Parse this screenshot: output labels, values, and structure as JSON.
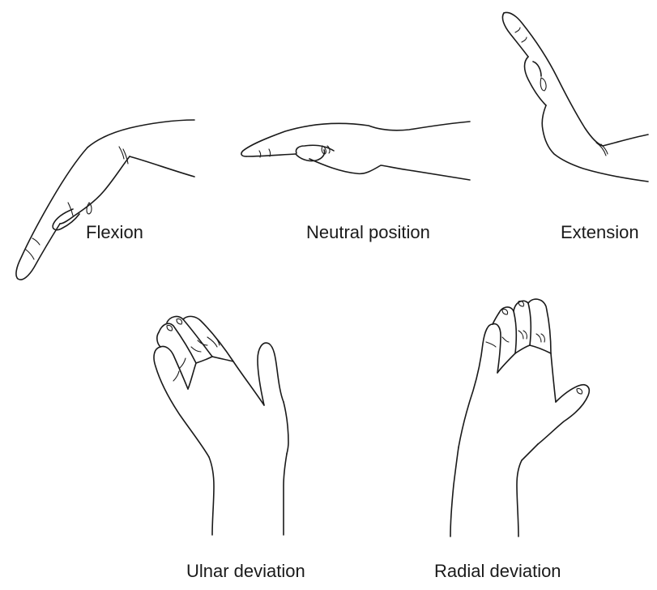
{
  "labels": {
    "flexion": "Flexion",
    "neutral": "Neutral position",
    "extension": "Extension",
    "ulnar": "Ulnar deviation",
    "radial": "Radial deviation"
  },
  "colors": {
    "line": "#1a1a1a",
    "background": "#ffffff"
  }
}
